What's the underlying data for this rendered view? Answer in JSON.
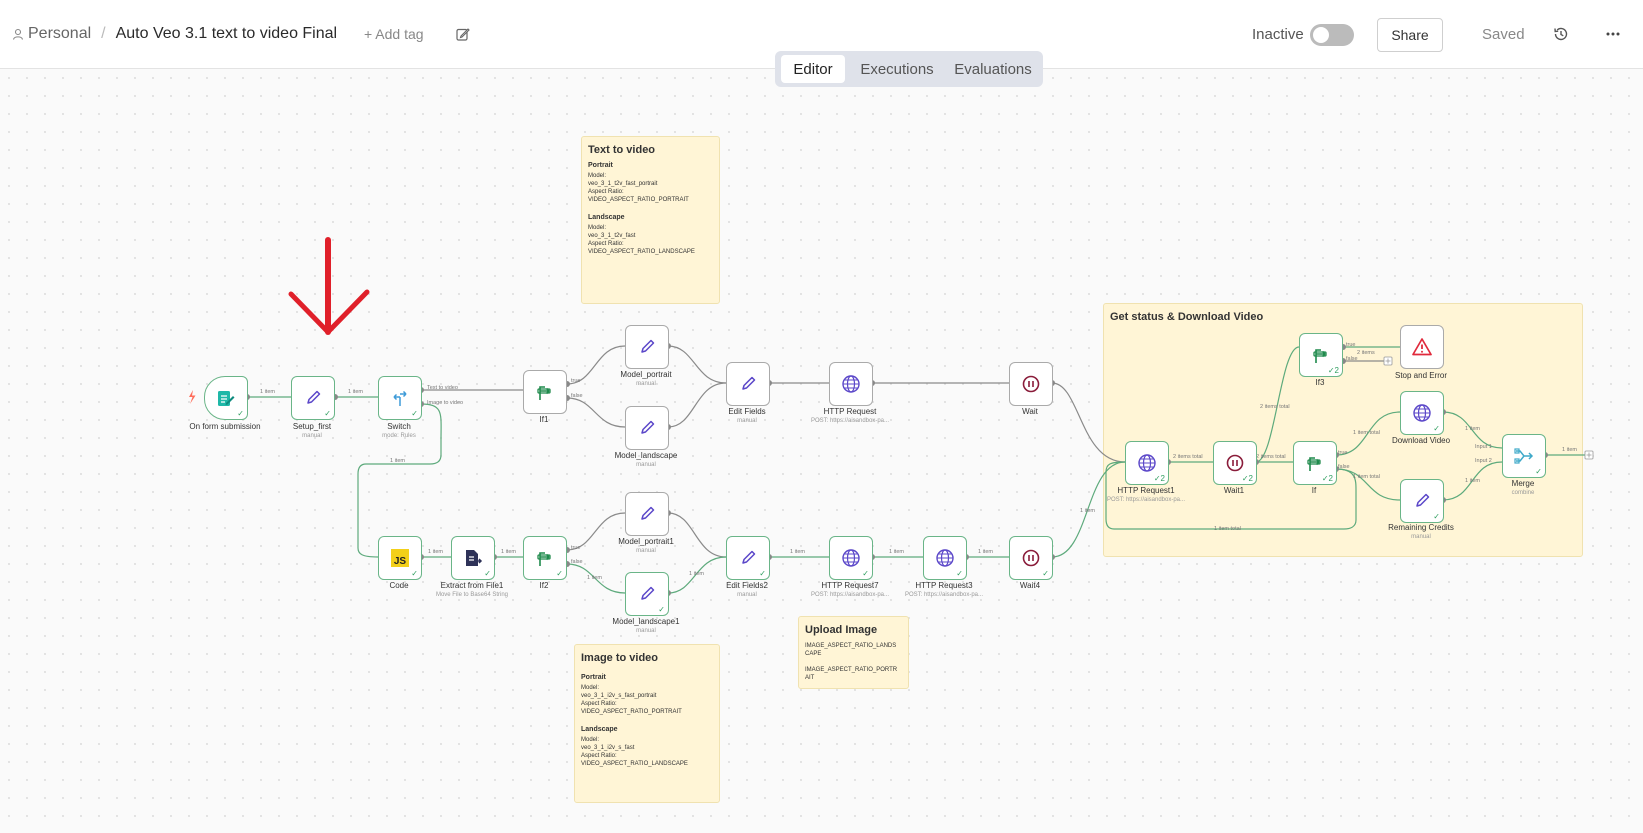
{
  "header": {
    "breadcrumb_project": "Personal",
    "separator": "/",
    "workflow_title": "Auto Veo 3.1 text to video Final",
    "add_tag_label": "+ Add tag",
    "status_label": "Inactive",
    "share_label": "Share",
    "save_status": "Saved",
    "icons": [
      "person-icon",
      "edit-icon",
      "history-icon",
      "more-horizontal-icon"
    ]
  },
  "tabs": [
    {
      "label": "Editor",
      "active": true
    },
    {
      "label": "Executions",
      "active": false
    },
    {
      "label": "Evaluations",
      "active": false
    }
  ],
  "annotation": {
    "type": "red-arrow",
    "pointing_to": "Setup_first",
    "color": "#e0202a"
  },
  "sticky_notes": {
    "text_to_video": {
      "title": "Text to video",
      "portrait_h": "Portrait",
      "portrait_lines": [
        "Model:",
        "veo_3_1_t2v_fast_portrait",
        "Aspect Ratio:",
        "VIDEO_ASPECT_RATIO_PORTRAIT"
      ],
      "landscape_h": "Landscape",
      "landscape_lines": [
        "Model:",
        "veo_3_1_t2v_fast",
        "Aspect Ratio:",
        "VIDEO_ASPECT_RATIO_LANDSCAPE"
      ]
    },
    "image_to_video": {
      "title": "Image to video",
      "portrait_h": "Portrait",
      "portrait_lines": [
        "Model:",
        "veo_3_1_i2v_s_fast_portrait",
        "Aspect Ratio:",
        "VIDEO_ASPECT_RATIO_PORTRAIT"
      ],
      "landscape_h": "Landscape",
      "landscape_lines": [
        "Model:",
        "veo_3_1_i2v_s_fast",
        "Aspect Ratio:",
        "VIDEO_ASPECT_RATIO_LANDSCAPE"
      ]
    },
    "upload_image": {
      "title": "Upload Image",
      "lines": [
        "IMAGE_ASPECT_RATIO_LANDS",
        "CAPE",
        "",
        "IMAGE_ASPECT_RATIO_PORTR",
        "AIT"
      ]
    },
    "get_status": {
      "title": "Get status & Download Video"
    }
  },
  "nodes": {
    "on_form_submission": {
      "label": "On form submission",
      "icon": "form-icon",
      "accent": "#1fb8a8"
    },
    "setup_first": {
      "label": "Setup_first",
      "sub": "manual",
      "icon": "pencil-icon"
    },
    "switch": {
      "label": "Switch",
      "sub": "mode: Rules",
      "icon": "switch-icon"
    },
    "if1": {
      "label": "If1",
      "icon": "if-icon"
    },
    "model_portrait": {
      "label": "Model_portrait",
      "sub": "manual",
      "icon": "pencil-icon"
    },
    "model_landscape": {
      "label": "Model_landscape",
      "sub": "manual",
      "icon": "pencil-icon"
    },
    "edit_fields": {
      "label": "Edit Fields",
      "sub": "manual",
      "icon": "pencil-icon"
    },
    "http_request": {
      "label": "HTTP Request",
      "sub": "POST: https://aisandbox-pa...",
      "icon": "globe-icon"
    },
    "wait": {
      "label": "Wait",
      "icon": "pause-icon"
    },
    "code": {
      "label": "Code",
      "icon": "js-icon",
      "accent": "#f3d019"
    },
    "extract_from_file1": {
      "label": "Extract from File1",
      "sub": "Move File to Base64 String",
      "icon": "extract-file-icon"
    },
    "if2": {
      "label": "If2",
      "icon": "if-icon"
    },
    "model_portrait1": {
      "label": "Model_portrait1",
      "sub": "manual",
      "icon": "pencil-icon"
    },
    "model_landscape1": {
      "label": "Model_landscape1",
      "sub": "manual",
      "icon": "pencil-icon"
    },
    "edit_fields2": {
      "label": "Edit Fields2",
      "sub": "manual",
      "icon": "pencil-icon"
    },
    "http_request7": {
      "label": "HTTP Request7",
      "sub": "POST: https://aisandbox-pa...",
      "icon": "globe-icon"
    },
    "http_request3": {
      "label": "HTTP Request3",
      "sub": "POST: https://aisandbox-pa...",
      "icon": "globe-icon"
    },
    "wait4": {
      "label": "Wait4",
      "icon": "pause-icon"
    },
    "http_request1": {
      "label": "HTTP Request1",
      "sub": "POST: https://aisandbox-pa...",
      "icon": "globe-icon",
      "badge": "2"
    },
    "wait1": {
      "label": "Wait1",
      "icon": "pause-icon",
      "badge": "2"
    },
    "if": {
      "label": "If",
      "icon": "if-icon",
      "badge": "2"
    },
    "if3": {
      "label": "If3",
      "icon": "if-icon",
      "badge": "2"
    },
    "stop_and_error": {
      "label": "Stop and Error",
      "icon": "warning-icon",
      "accent": "#e02a3c"
    },
    "download_video": {
      "label": "Download Video",
      "icon": "globe-icon"
    },
    "remaining_credits": {
      "label": "Remaining Credits",
      "sub": "manual",
      "icon": "pencil-icon"
    },
    "merge": {
      "label": "Merge",
      "sub": "combine",
      "icon": "merge-icon"
    }
  },
  "connection_labels": {
    "one_item": "1 item",
    "two_items_total": "2 items total",
    "one_item_total": "1 item total",
    "text_to_video": "Text to video",
    "image_to_video": "Image to video",
    "true": "true",
    "false": "false",
    "two_items": "2 items",
    "input1": "Input 1",
    "input2": "Input 2"
  },
  "colors": {
    "success": "#2f9e5f",
    "wire_active": "#5daa7c",
    "wire_idle": "#8a8a8a",
    "sticky": "#fff5d6",
    "accent_purple": "#5b47c9"
  }
}
